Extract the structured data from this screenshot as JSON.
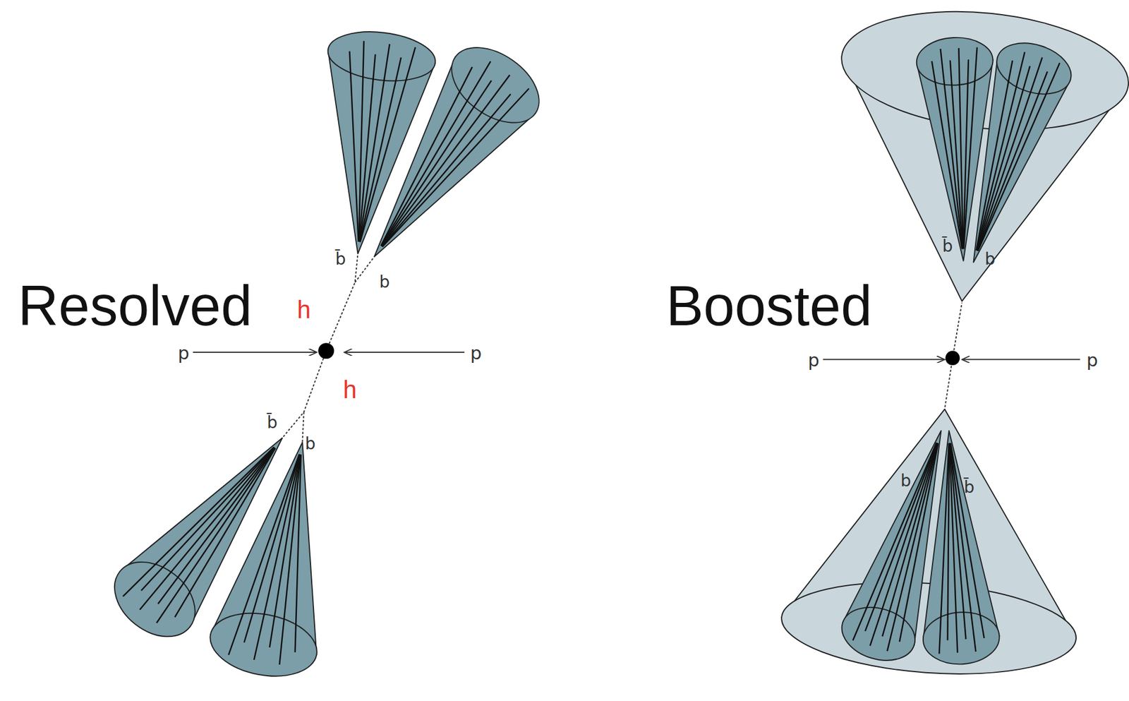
{
  "diagram": {
    "labels": [
      "Resolved",
      "h",
      "h",
      "p",
      "p",
      "b̄",
      "b",
      "b̄",
      "b",
      "Boosted",
      "p",
      "p",
      "b̄",
      "b",
      "b",
      "b̄"
    ]
  }
}
